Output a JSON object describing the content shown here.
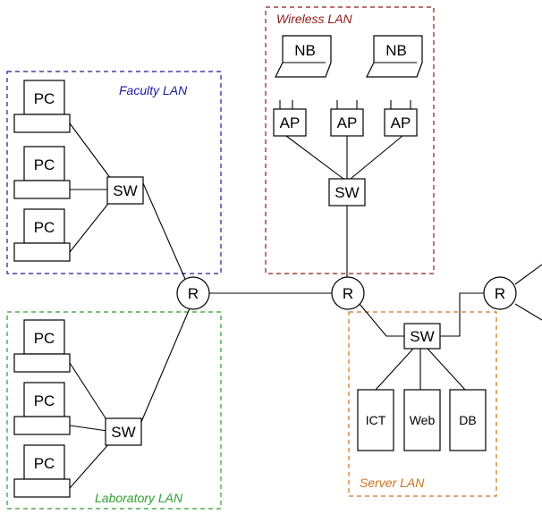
{
  "zones": {
    "faculty": {
      "title": "Faculty LAN",
      "color": "#1a1a9c"
    },
    "wireless": {
      "title": "Wireless LAN",
      "color": "#8b1a1a"
    },
    "laboratory": {
      "title": "Laboratory LAN",
      "color": "#2e9e2e"
    },
    "server": {
      "title": "Server LAN",
      "color": "#c8741e"
    }
  },
  "labels": {
    "pc": "PC",
    "nb": "NB",
    "ap": "AP",
    "sw": "SW",
    "router": "R",
    "ict": "ICT",
    "web": "Web",
    "db": "DB"
  }
}
